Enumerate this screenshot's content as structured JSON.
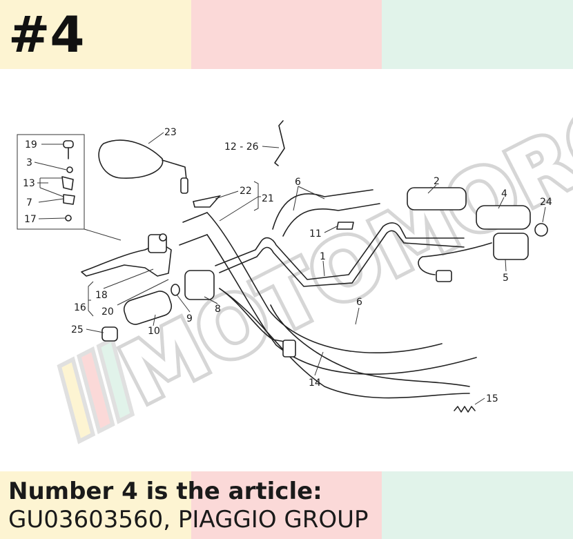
{
  "header": {
    "number": "#4"
  },
  "caption": {
    "line1": "Number 4 is the article:",
    "line2": "GU03603560, PIAGGIO GROUP"
  },
  "watermark": {
    "text": "MOTOMORCIA"
  },
  "callouts": {
    "c19": "19",
    "c3": "3",
    "c13": "13",
    "c7": "7",
    "c17": "17",
    "c23": "23",
    "c12_26": "12 - 26",
    "c22": "22",
    "c21": "21",
    "c6a": "6",
    "c2": "2",
    "c4": "4",
    "c24": "24",
    "c11": "11",
    "c1": "1",
    "c5": "5",
    "c6b": "6",
    "c18": "18",
    "c16": "16",
    "c20": "20",
    "c9": "9",
    "c8": "8",
    "c10": "10",
    "c25": "25",
    "c14": "14",
    "c15": "15"
  },
  "colors": {
    "yellow": "#fdf4d2",
    "pink": "#fbd9d8",
    "mint": "#e1f3ea"
  }
}
